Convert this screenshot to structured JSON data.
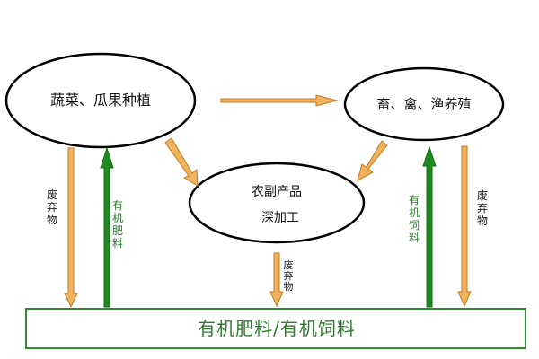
{
  "nodes": {
    "planting": "蔬菜、瓜果种植",
    "breeding": "畜、禽、渔养殖",
    "processing_line1": "农副产品",
    "processing_line2": "深加工",
    "fertilizer_feed": "有机肥料/有机饲料"
  },
  "arrow_labels": {
    "waste": "废弃物",
    "organic_fertilizer": "有机肥料",
    "organic_feed": "有机饲料"
  },
  "colors": {
    "arrow_orange": "#f2b35e",
    "arrow_orange_stroke": "#c07a20",
    "arrow_green": "#1f8a1f",
    "box_border": "#2f8a2f",
    "box_text": "#2e7d2e",
    "ellipse_stroke": "#000000"
  }
}
